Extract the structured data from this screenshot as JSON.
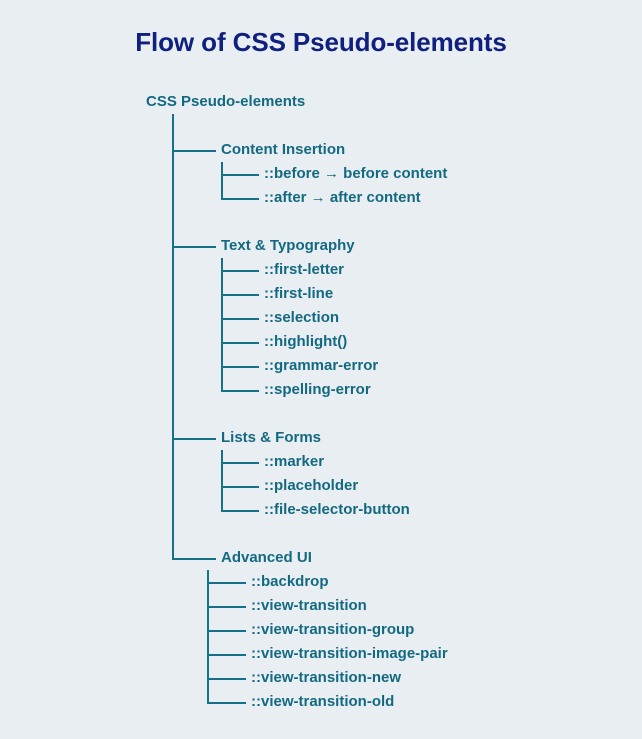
{
  "page": {
    "background_color": "#e9eef3",
    "title": "Flow of CSS Pseudo-elements",
    "title_color": "#10207e",
    "tree_color": "#136a80"
  },
  "tree": {
    "root": "CSS Pseudo-elements",
    "branches": [
      {
        "label": "Content Insertion",
        "children": [
          "::before → before content",
          "::after → after content"
        ]
      },
      {
        "label": "Text & Typography",
        "children": [
          "::first-letter",
          "::first-line",
          "::selection",
          "::highlight()",
          "::grammar-error",
          "::spelling-error"
        ]
      },
      {
        "label": "Lists & Forms",
        "children": [
          "::marker",
          "::placeholder",
          "::file-selector-button"
        ]
      },
      {
        "label": "Advanced UI",
        "children": [
          "::backdrop",
          "::view-transition",
          "::view-transition-group",
          "::view-transition-image-pair",
          "::view-transition-new",
          "::view-transition-old"
        ]
      }
    ]
  }
}
